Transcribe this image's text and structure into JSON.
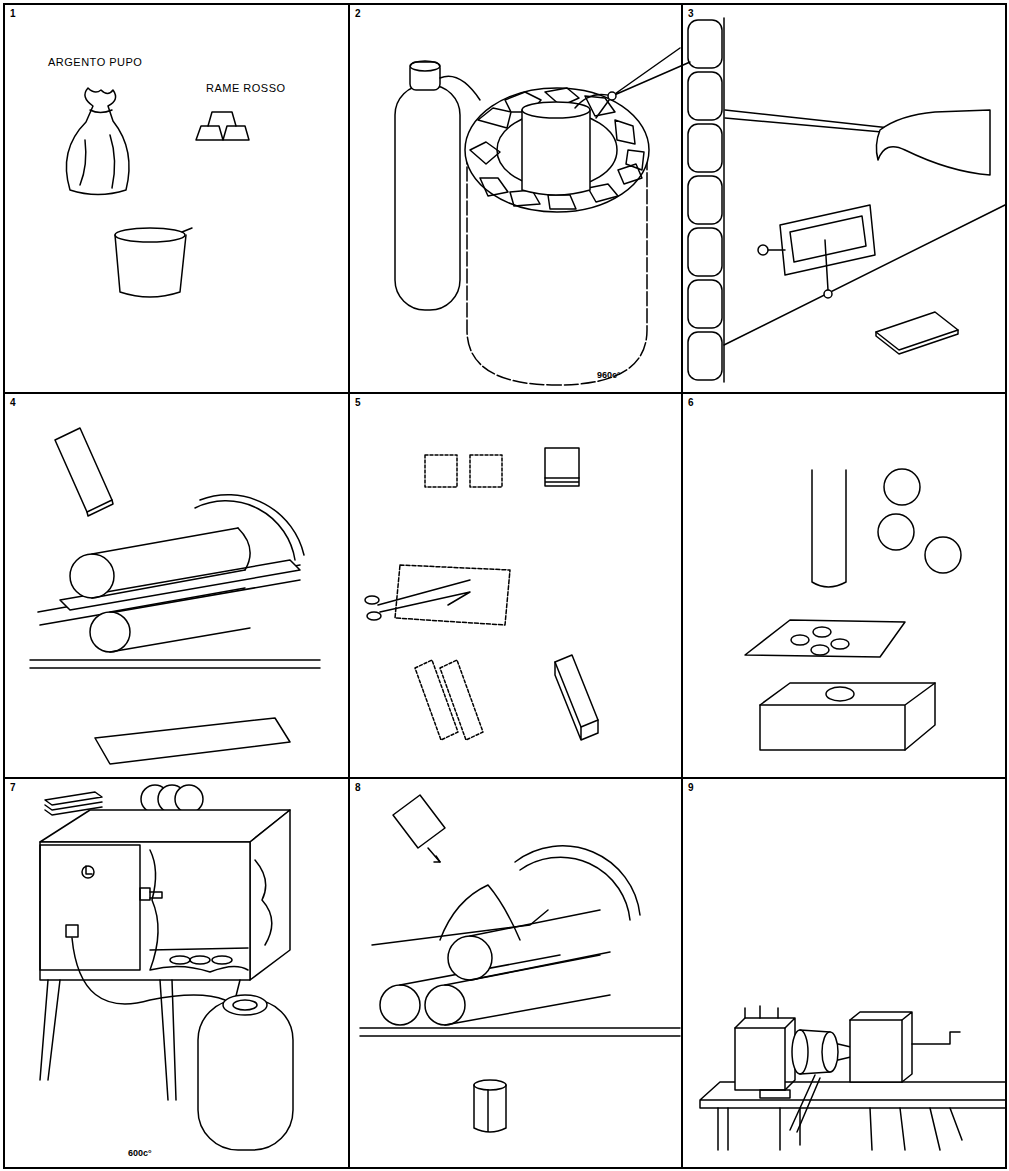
{
  "diagram": {
    "nodes": [
      {
        "text": [
          "1"
        ]
      },
      {
        "text": [
          "2"
        ]
      },
      {
        "text": [
          "3"
        ]
      },
      {
        "text": [
          "4"
        ]
      },
      {
        "text": [
          "5"
        ]
      },
      {
        "text": [
          "6"
        ]
      },
      {
        "text": [
          "7"
        ]
      },
      {
        "text": [
          "8"
        ]
      },
      {
        "text": [
          "9"
        ]
      }
    ],
    "labels": [
      "ARGENTO PUPO",
      "RAME ROSSO",
      "960c°",
      "600c°"
    ]
  }
}
